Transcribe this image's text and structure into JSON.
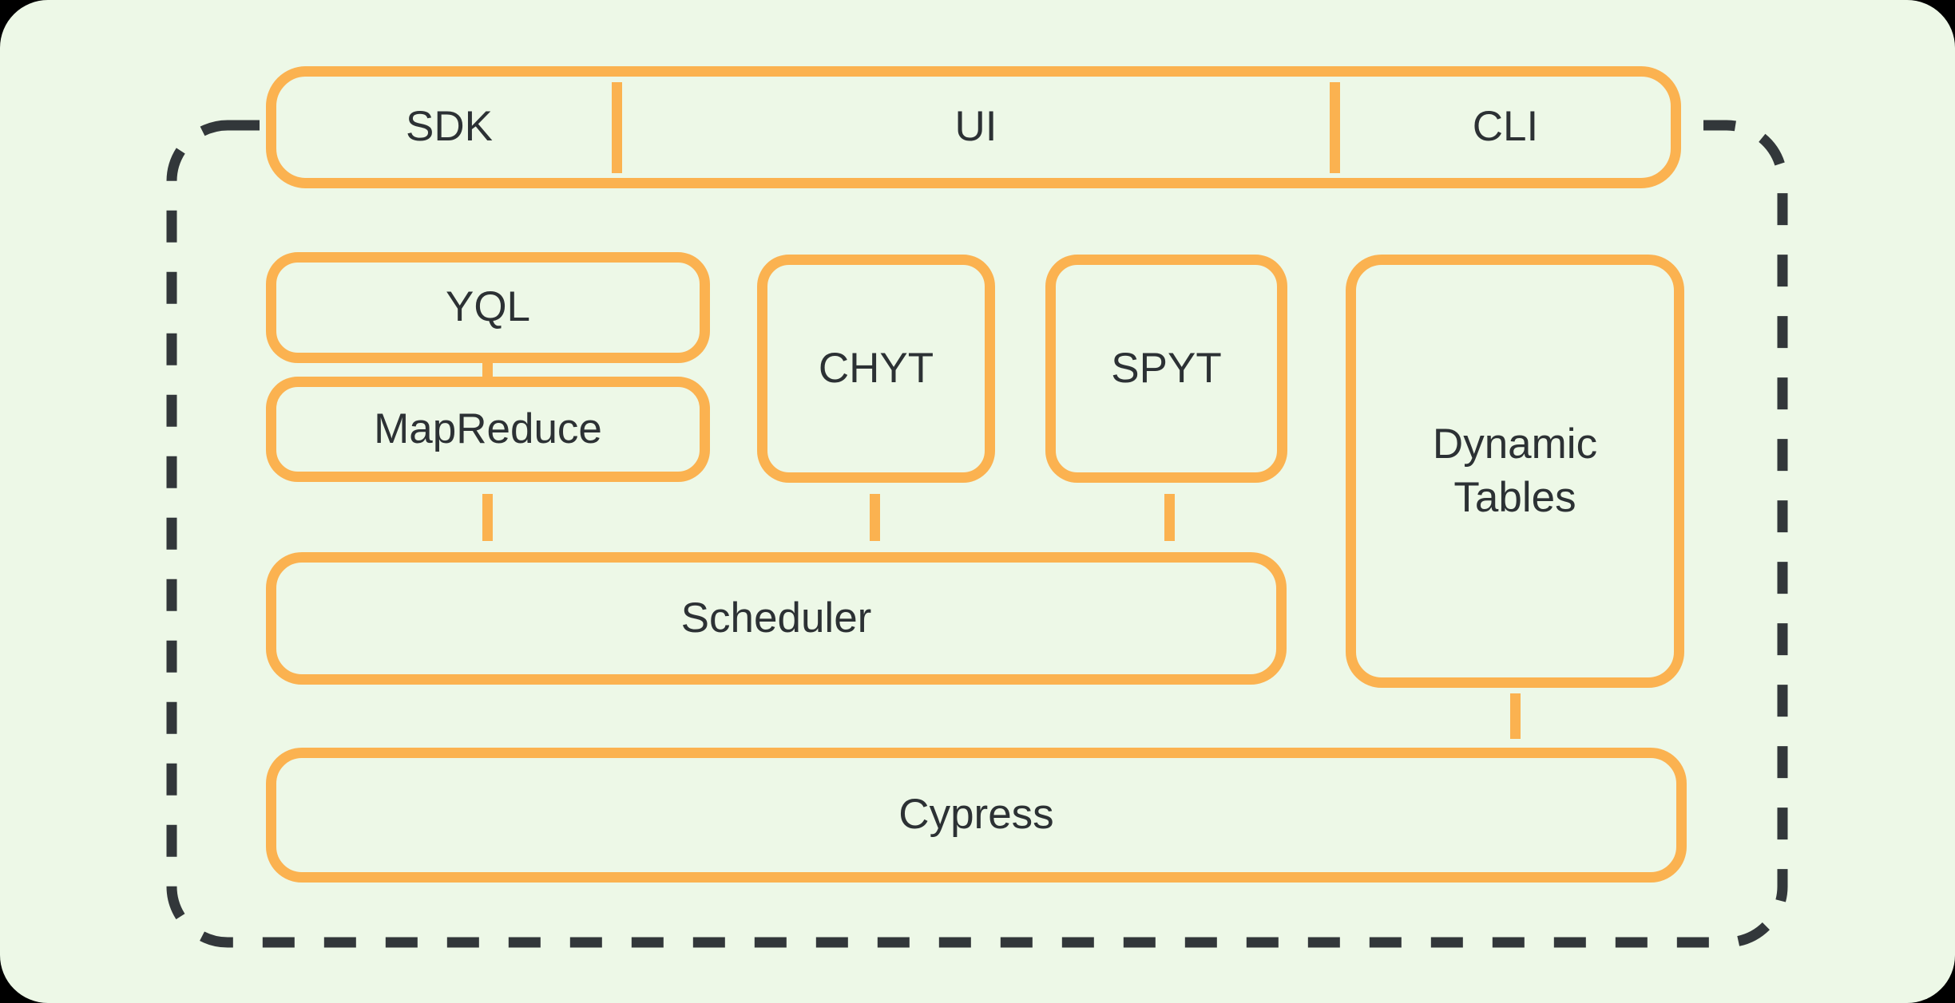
{
  "colors": {
    "page_background": "#000000",
    "canvas_background": "#edf8e7",
    "accent_orange": "#fbb250",
    "dashed_border": "#32373a",
    "text": "#2c3134"
  },
  "top_bar": {
    "items": [
      {
        "id": "sdk",
        "label": "SDK"
      },
      {
        "id": "ui",
        "label": "UI"
      },
      {
        "id": "cli",
        "label": "CLI"
      }
    ]
  },
  "nodes": {
    "yql": "YQL",
    "mapreduce": "MapReduce",
    "chyt": "CHYT",
    "spyt": "SPYT",
    "dynamic_tables": "Dynamic Tables",
    "scheduler": "Scheduler",
    "cypress": "Cypress"
  }
}
